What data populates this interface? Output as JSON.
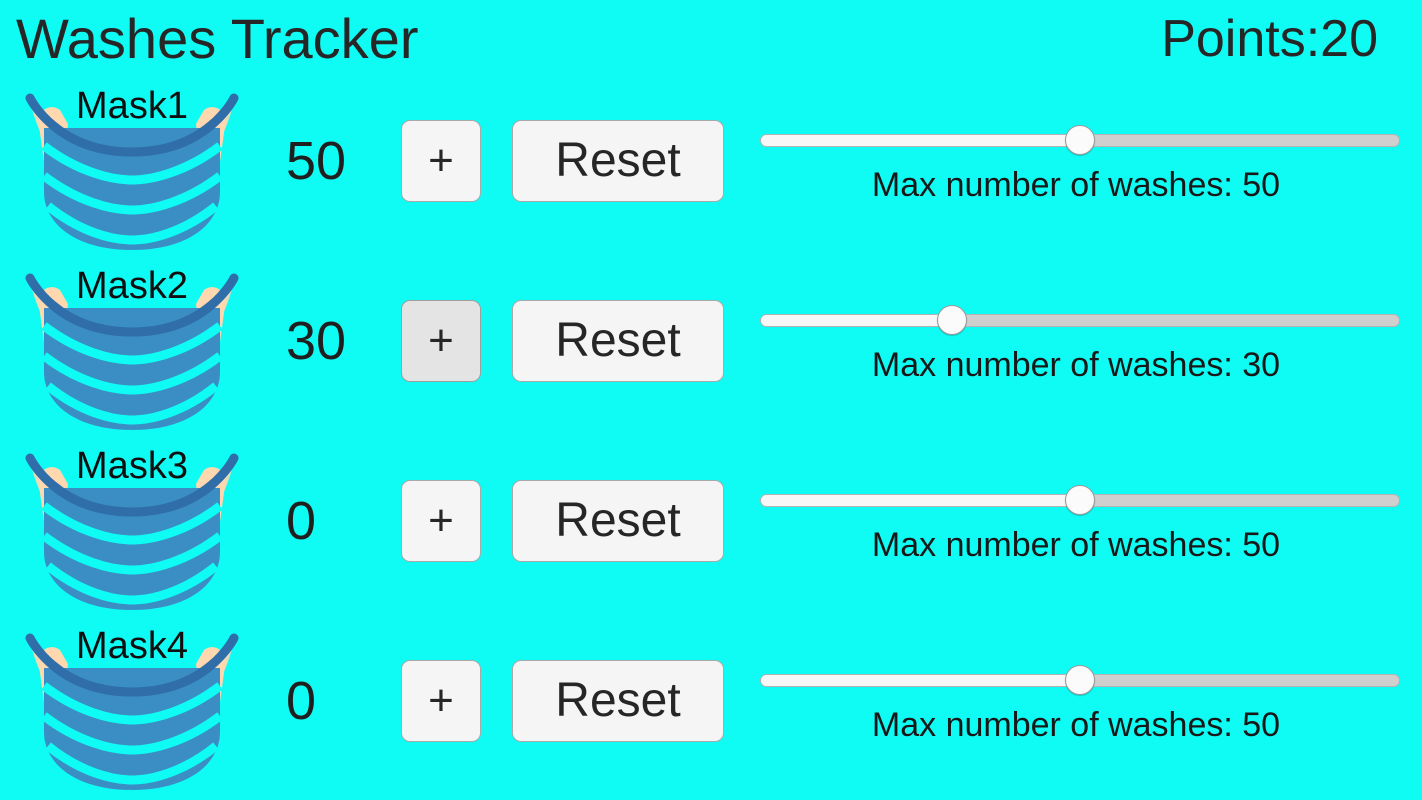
{
  "header": {
    "title": "Washes Tracker",
    "points_label": "Points:20",
    "points_value": 20
  },
  "colors": {
    "background": "#0ffcf5",
    "text": "#1d1d1d",
    "button_face": "#f5f5f5",
    "button_face_active": "#e4e4e4",
    "button_border": "#a9a9a9",
    "slider_track": "#cfcfcf",
    "slider_fill": "#f7f7f7",
    "slider_thumb": "#fbfbfb",
    "mask_body": "#3b8ec4",
    "mask_outline": "#2f6ea8",
    "mask_pleat_line": "#0ffcf5",
    "mask_earloop": "#ffd8b0"
  },
  "slider_range": {
    "min": 0,
    "max": 100
  },
  "rows": [
    {
      "mask_label": "Mask1",
      "mask_icon": "face-mask-icon",
      "count": "50",
      "plus_label": "+",
      "plus_active": false,
      "reset_label": "Reset",
      "slider_value": 50,
      "slider_percent": 50,
      "slider_caption": "Max number of washes: 50"
    },
    {
      "mask_label": "Mask2",
      "mask_icon": "face-mask-icon",
      "count": "30",
      "plus_label": "+",
      "plus_active": true,
      "reset_label": "Reset",
      "slider_value": 30,
      "slider_percent": 30,
      "slider_caption": "Max number of washes: 30"
    },
    {
      "mask_label": "Mask3",
      "mask_icon": "face-mask-icon",
      "count": "0",
      "plus_label": "+",
      "plus_active": false,
      "reset_label": "Reset",
      "slider_value": 50,
      "slider_percent": 50,
      "slider_caption": "Max number of washes: 50"
    },
    {
      "mask_label": "Mask4",
      "mask_icon": "face-mask-icon",
      "count": "0",
      "plus_label": "+",
      "plus_active": false,
      "reset_label": "Reset",
      "slider_value": 50,
      "slider_percent": 50,
      "slider_caption": "Max number of washes: 50"
    }
  ]
}
